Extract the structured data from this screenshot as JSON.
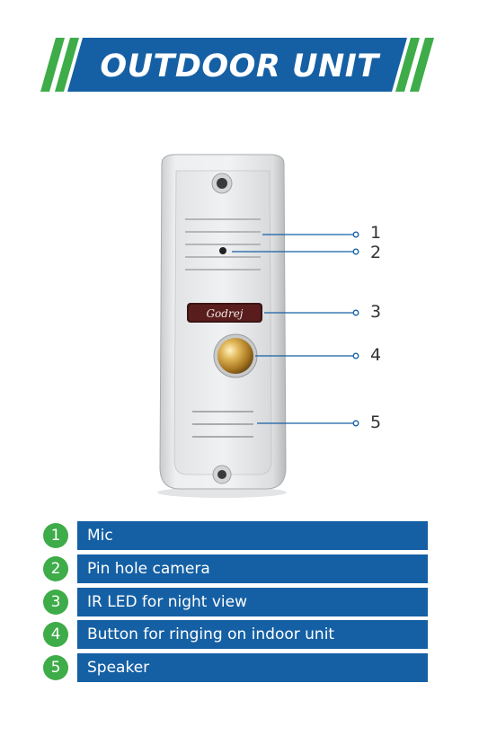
{
  "header": {
    "title": "OUTDOOR UNIT"
  },
  "device": {
    "brand": "Godrej",
    "callouts": [
      "1",
      "2",
      "3",
      "4",
      "5"
    ]
  },
  "legend": {
    "items": [
      {
        "number": "1",
        "label": "Mic"
      },
      {
        "number": "2",
        "label": "Pin hole camera"
      },
      {
        "number": "3",
        "label": "IR LED for night view"
      },
      {
        "number": "4",
        "label": "Button for ringing on indoor unit"
      },
      {
        "number": "5",
        "label": "Speaker"
      }
    ]
  },
  "colors": {
    "banner_blue": "#1560a4",
    "accent_green": "#3eac49",
    "device_silver": "#e6e7e8"
  }
}
